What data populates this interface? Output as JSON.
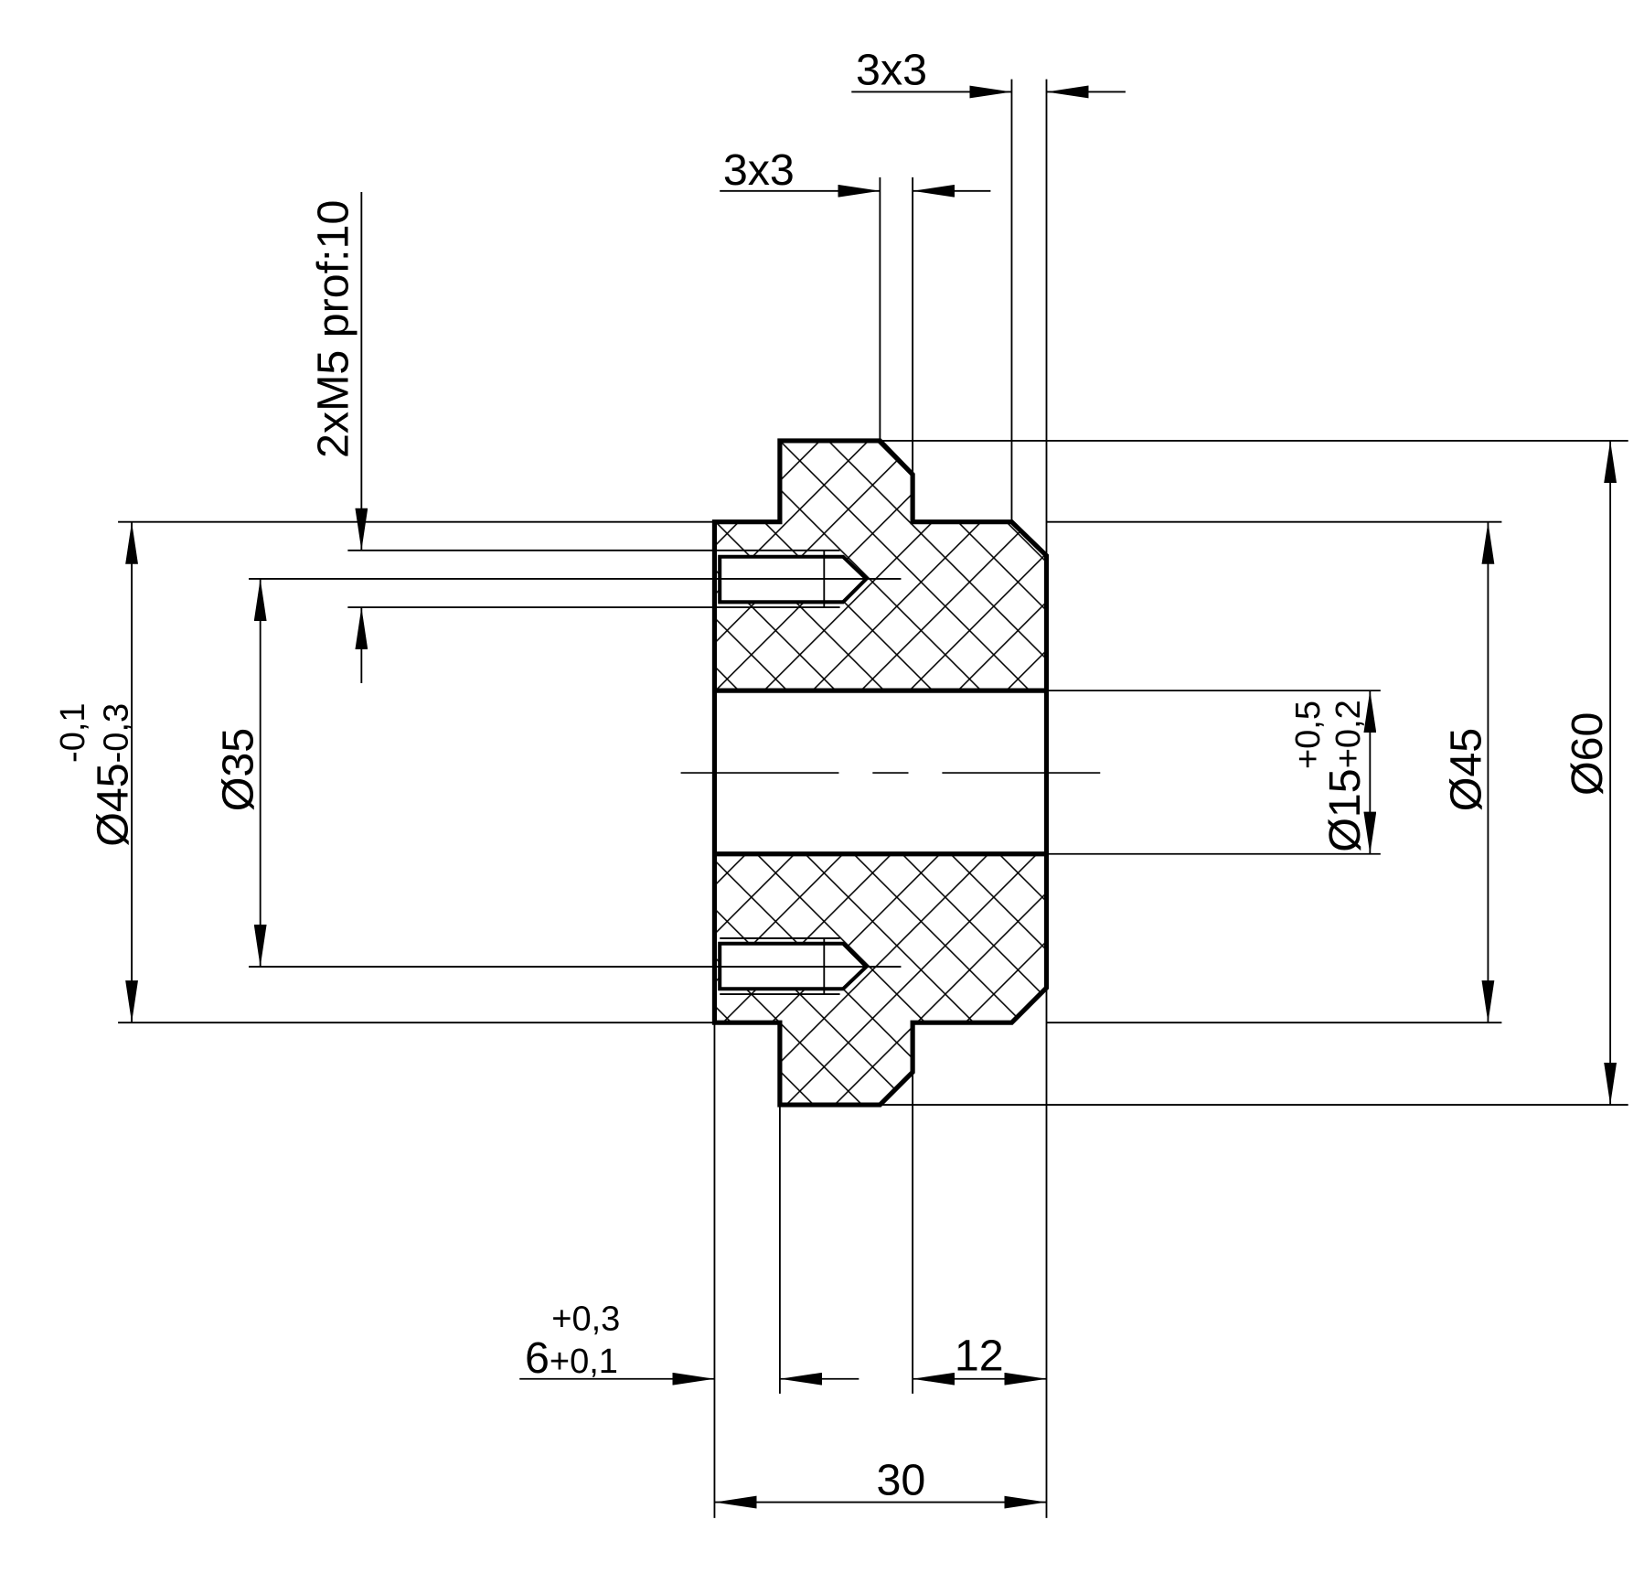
{
  "labels": {
    "chamfer_outer": "3x3",
    "chamfer_flange": "3x3",
    "thread_note": "2xM5 prof:10",
    "dia_left_main": "Ø45",
    "dia_left_lower_tol": "-0,3",
    "dia_left_upper_tol": "-0,1",
    "dia_bolt_circle": "Ø35",
    "dia_bore_main": "Ø15",
    "dia_bore_lower_tol": "+0,2",
    "dia_bore_upper_tol": "+0,5",
    "dia_right": "Ø45",
    "dia_flange": "Ø60",
    "flange_width_main": "6",
    "flange_width_lower_tol": "+0,1",
    "flange_width_upper_tol": "+0,3",
    "hub_length": "12",
    "total_length": "30"
  },
  "colors": {
    "line": "#000000",
    "background": "#ffffff"
  }
}
